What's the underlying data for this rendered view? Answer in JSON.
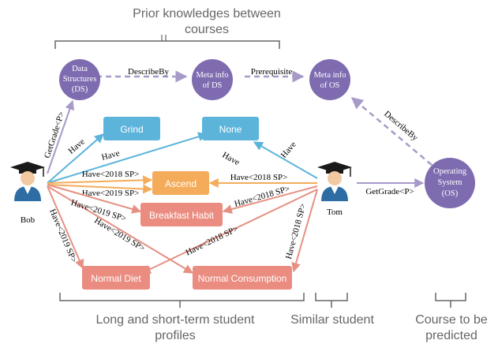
{
  "headers": {
    "prior": "Prior knowledges between",
    "prior2": "courses",
    "profiles": "Long and short-term student",
    "profiles2": "profiles",
    "similar": "Similar student",
    "course": "Course to be",
    "course2": "predicted"
  },
  "courses": {
    "ds_line1": "Data",
    "ds_line2": "Structures",
    "ds_line3": "(DS)",
    "meta_ds_line1": "Meta info",
    "meta_ds_line2": "of DS",
    "meta_os_line1": "Meta info",
    "meta_os_line2": "of OS",
    "os_line1": "Operating",
    "os_line2": "System",
    "os_line3": "(OS)"
  },
  "students": {
    "bob": "Bob",
    "tom": "Tom"
  },
  "profiles": {
    "grind": "Grind",
    "none": "None",
    "ascend": "Ascend",
    "breakfast": "Breakfast Habit",
    "diet": "Normal Diet",
    "consumption": "Normal Consumption"
  },
  "edges": {
    "describeby": "DescribeBy",
    "prerequisite": "Prerequisite",
    "describeby2": "DescribeBy",
    "getgrade_bob": "GetGrade<P>",
    "getgrade_tom": "GetGrade<P>",
    "have": "Have",
    "have2018": "Have<2018 SP>",
    "have2019": "Have<2019 SP>"
  },
  "colors": {
    "purple": "#7E6BB0",
    "blue": "#5DB4DB",
    "orange": "#F4AC5A",
    "salmon": "#EB8C80",
    "edge_purple": "#A79AC8"
  }
}
